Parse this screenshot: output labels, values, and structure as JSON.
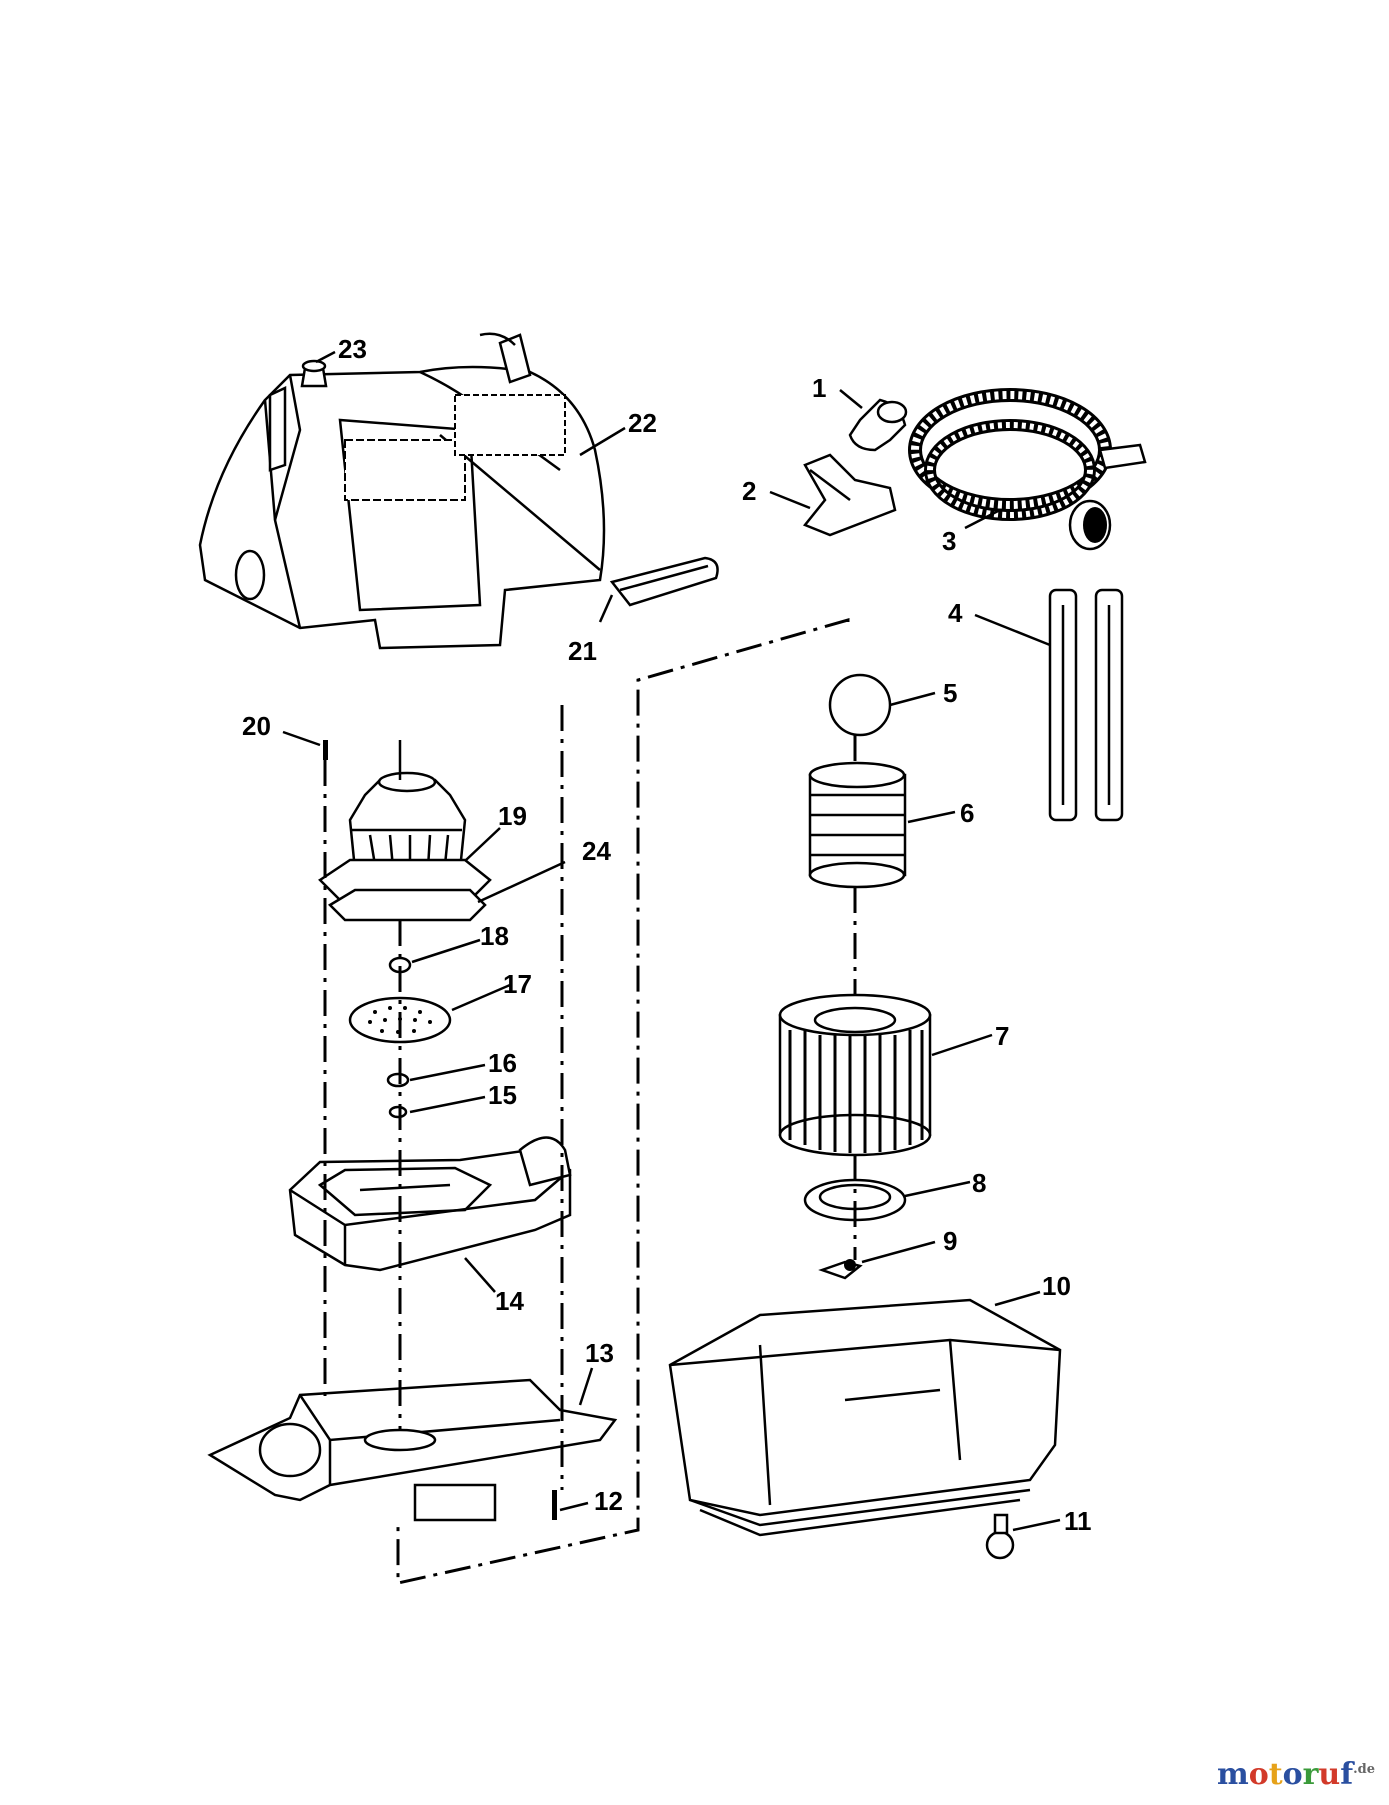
{
  "diagram": {
    "callouts": [
      {
        "id": "c1",
        "text": "1"
      },
      {
        "id": "c2",
        "text": "2"
      },
      {
        "id": "c3",
        "text": "3"
      },
      {
        "id": "c4",
        "text": "4"
      },
      {
        "id": "c5",
        "text": "5"
      },
      {
        "id": "c6",
        "text": "6"
      },
      {
        "id": "c7",
        "text": "7"
      },
      {
        "id": "c8",
        "text": "8"
      },
      {
        "id": "c9",
        "text": "9"
      },
      {
        "id": "c10",
        "text": "10"
      },
      {
        "id": "c11",
        "text": "11"
      },
      {
        "id": "c12",
        "text": "12"
      },
      {
        "id": "c13",
        "text": "13"
      },
      {
        "id": "c14",
        "text": "14"
      },
      {
        "id": "c15",
        "text": "15"
      },
      {
        "id": "c16",
        "text": "16"
      },
      {
        "id": "c17",
        "text": "17"
      },
      {
        "id": "c18",
        "text": "18"
      },
      {
        "id": "c19",
        "text": "19"
      },
      {
        "id": "c20",
        "text": "20"
      },
      {
        "id": "c21",
        "text": "21"
      },
      {
        "id": "c22",
        "text": "22"
      },
      {
        "id": "c23",
        "text": "23"
      },
      {
        "id": "c24",
        "text": "24"
      }
    ]
  },
  "watermark": {
    "letters": [
      "m",
      "o",
      "t",
      "o",
      "r",
      "u",
      "f"
    ],
    "colors": [
      "#2a4fa0",
      "#d23a2a",
      "#e6a21a",
      "#2a4fa0",
      "#3a9a3a",
      "#d23a2a",
      "#2a4fa0"
    ],
    "suffix": ".de"
  }
}
